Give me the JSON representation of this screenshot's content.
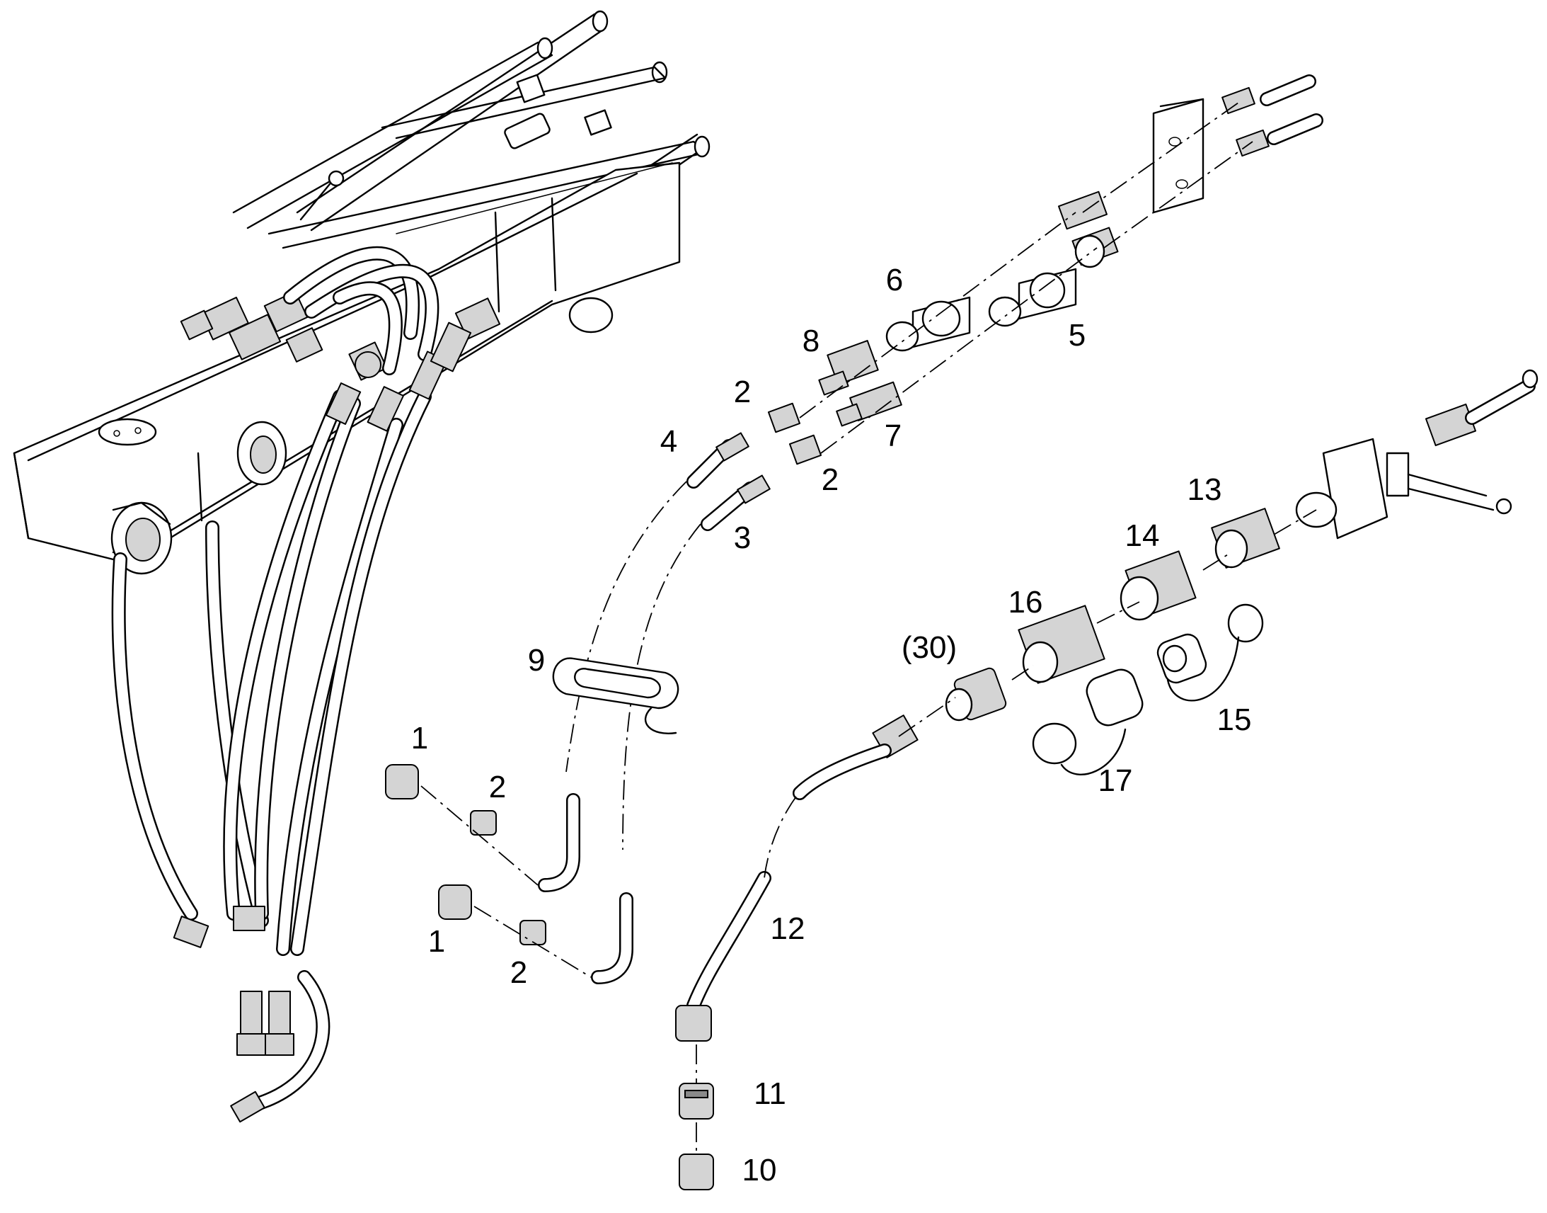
{
  "diagram": {
    "callouts": [
      {
        "id": "c1a",
        "text": "1"
      },
      {
        "id": "c1b",
        "text": "1"
      },
      {
        "id": "c2a",
        "text": "2"
      },
      {
        "id": "c2b",
        "text": "2"
      },
      {
        "id": "c2c",
        "text": "2"
      },
      {
        "id": "c2d",
        "text": "2"
      },
      {
        "id": "c3",
        "text": "3"
      },
      {
        "id": "c4",
        "text": "4"
      },
      {
        "id": "c5",
        "text": "5"
      },
      {
        "id": "c6",
        "text": "6"
      },
      {
        "id": "c7",
        "text": "7"
      },
      {
        "id": "c8",
        "text": "8"
      },
      {
        "id": "c9",
        "text": "9"
      },
      {
        "id": "c10",
        "text": "10"
      },
      {
        "id": "c11",
        "text": "11"
      },
      {
        "id": "c12",
        "text": "12"
      },
      {
        "id": "c13",
        "text": "13"
      },
      {
        "id": "c14",
        "text": "14"
      },
      {
        "id": "c15",
        "text": "15"
      },
      {
        "id": "c16",
        "text": "16"
      },
      {
        "id": "c17",
        "text": "17"
      },
      {
        "id": "c30",
        "text": "(30)"
      }
    ]
  }
}
